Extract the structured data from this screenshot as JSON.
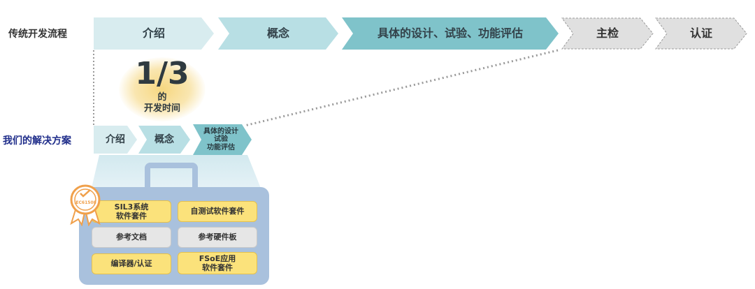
{
  "labels": {
    "traditional": "传统开发流程",
    "solution": "我们的解决方案"
  },
  "traditional_steps": [
    "介绍",
    "概念",
    "具体的设计、试验、功能评估",
    "主检",
    "认证"
  ],
  "solution_steps": {
    "intro": "介绍",
    "concept": "概念",
    "design_lines": [
      "具体的设计",
      "试验",
      "功能评估"
    ]
  },
  "callout": {
    "fraction": "1/3",
    "line1": "的",
    "line2": "开发时间"
  },
  "toolkit": {
    "badge_text": "IEC61508",
    "items": [
      {
        "lines": [
          "SIL3系统",
          "软件套件"
        ],
        "style": "yellow"
      },
      {
        "lines": [
          "自测试软件套件"
        ],
        "style": "yellow"
      },
      {
        "lines": [
          "参考文档"
        ],
        "style": "gray"
      },
      {
        "lines": [
          "参考硬件板"
        ],
        "style": "gray"
      },
      {
        "lines": [
          "编译器/认证"
        ],
        "style": "yellow"
      },
      {
        "lines": [
          "FSoE应用",
          "软件套件"
        ],
        "style": "yellow"
      }
    ]
  },
  "colors": {
    "arrow_light": "#d8ecef",
    "arrow_mid": "#b8dfe4",
    "arrow_dark": "#7fc3ca",
    "dashed_fill": "#e0e0e0",
    "tile_yellow": "#fbe27b",
    "tile_gray": "#e6e6e6",
    "case": "#a9c1dd",
    "badge": "#f0a04b",
    "solution_label": "#1f2d8a"
  }
}
